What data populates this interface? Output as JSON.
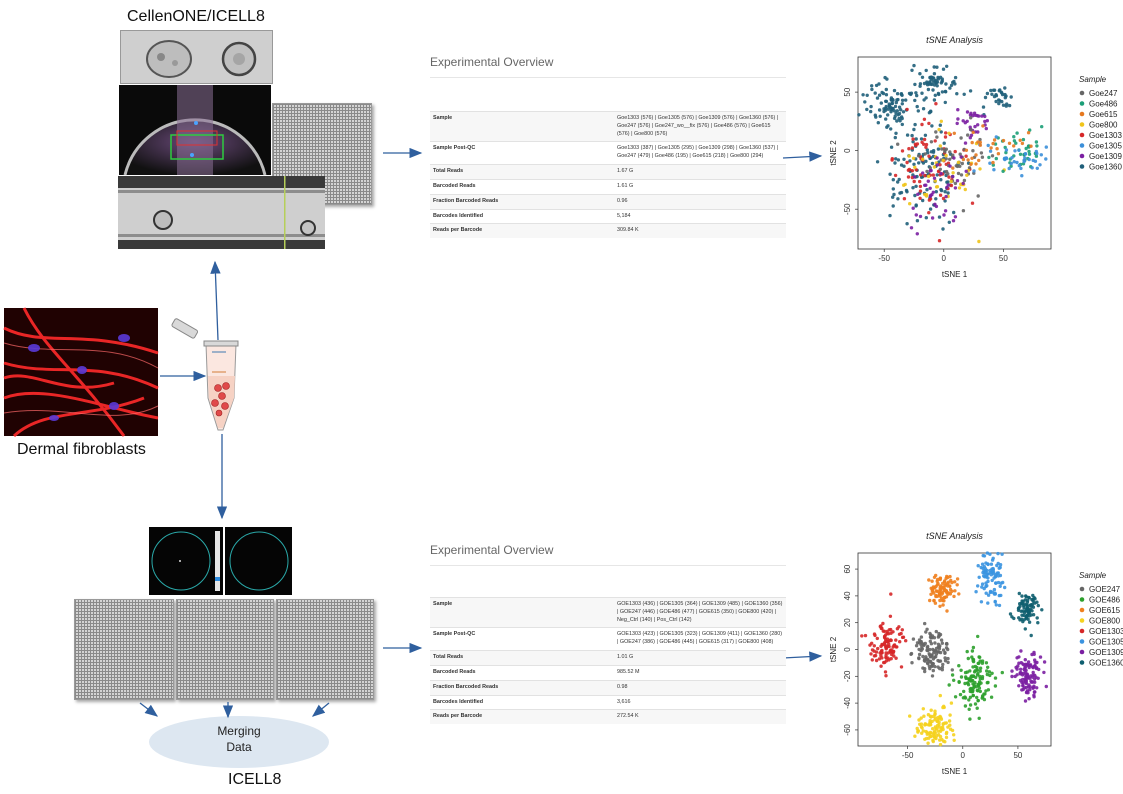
{
  "labels": {
    "top_title": "CellenONE/ICELL8",
    "fibroblasts": "Dermal fibroblasts",
    "bottom_title": "ICELL8",
    "merge_line1": "Merging",
    "merge_line2": "Data"
  },
  "overview_top": {
    "title": "Experimental Overview",
    "rows": [
      {
        "key": "Sample",
        "value": "Goe1303 (576) | Goe1305 (576) | Goe1309 (576) | Goe1360 (576) | Goe247 (576) | Goe247_wo__fix (576) | Goe486 (576) | Goe615 (576) | Goe800 (576)"
      },
      {
        "key": "Sample Post-QC",
        "value": "Goe1303 (387) | Goe1305 (295) | Goe1309 (298) | Goe1360 (537) | Goe247 (479) | Goe486 (195) | Goe615 (218) | Goe800 (294)"
      },
      {
        "key": "Total Reads",
        "value": "1.67 G"
      },
      {
        "key": "Barcoded Reads",
        "value": "1.61 G"
      },
      {
        "key": "Fraction Barcoded Reads",
        "value": "0.96"
      },
      {
        "key": "Barcodes Identified",
        "value": "5,184"
      },
      {
        "key": "Reads per Barcode",
        "value": "309.84 K"
      }
    ]
  },
  "overview_bottom": {
    "title": "Experimental Overview",
    "rows": [
      {
        "key": "Sample",
        "value": "GOE1303 (436) | GOE1305 (364) | GOE1309 (485) | GOE1360 (356) | GOE247 (446) | GOE486 (477) | GOE615 (350) | GOE800 (420) | Neg_Ctrl (140) | Pos_Ctrl (142)"
      },
      {
        "key": "Sample Post-QC",
        "value": "GOE1303 (423) | GOE1305 (323) | GOE1309 (411) | GOE1360 (280) | GOE247 (386) | GOE486 (445) | GOE615 (317) | GOE800 (408)"
      },
      {
        "key": "Total Reads",
        "value": "1.01 G"
      },
      {
        "key": "Barcoded Reads",
        "value": "985.52 M"
      },
      {
        "key": "Fraction Barcoded Reads",
        "value": "0.98"
      },
      {
        "key": "Barcodes Identified",
        "value": "3,616"
      },
      {
        "key": "Reads per Barcode",
        "value": "272.54 K"
      }
    ]
  },
  "chart_data": [
    {
      "type": "scatter",
      "title": "tSNE Analysis",
      "xlabel": "tSNE 1",
      "ylabel": "tSNE 2",
      "xlim": [
        -72,
        90
      ],
      "ylim": [
        -84,
        80
      ],
      "xticks": [
        -50,
        0,
        50
      ],
      "yticks": [
        -50,
        0,
        50
      ],
      "legend_title": "Sample",
      "legend_position": "right",
      "series": [
        {
          "name": "Goe247",
          "color": "#666666"
        },
        {
          "name": "Goe486",
          "color": "#1b9e77"
        },
        {
          "name": "Goe615",
          "color": "#e6781e"
        },
        {
          "name": "Goe800",
          "color": "#f0c419"
        },
        {
          "name": "Goe1303",
          "color": "#d62728"
        },
        {
          "name": "Goe1305",
          "color": "#3b8fd9"
        },
        {
          "name": "Goe1309",
          "color": "#7b1fa2"
        },
        {
          "name": "Goe1360",
          "color": "#1f5f7a"
        }
      ],
      "clusters": [
        {
          "series": "Goe1360",
          "cx": -45,
          "cy": 40,
          "sx": 12,
          "sy": 10,
          "n": 90
        },
        {
          "series": "Goe1360",
          "cx": -5,
          "cy": 58,
          "sx": 10,
          "sy": 8,
          "n": 70
        },
        {
          "series": "Goe1360",
          "cx": 45,
          "cy": 45,
          "sx": 6,
          "sy": 5,
          "n": 30
        },
        {
          "series": "Goe1309",
          "cx": 25,
          "cy": 25,
          "sx": 8,
          "sy": 6,
          "n": 30
        },
        {
          "series": "Goe1360",
          "cx": -20,
          "cy": -20,
          "sx": 15,
          "sy": 22,
          "n": 120
        },
        {
          "series": "Goe1303",
          "cx": -15,
          "cy": -10,
          "sx": 16,
          "sy": 20,
          "n": 70
        },
        {
          "series": "Goe247",
          "cx": 10,
          "cy": -5,
          "sx": 14,
          "sy": 15,
          "n": 50
        },
        {
          "series": "Goe800",
          "cx": 0,
          "cy": -20,
          "sx": 20,
          "sy": 18,
          "n": 40
        },
        {
          "series": "Goe486",
          "cx": 60,
          "cy": 0,
          "sx": 12,
          "sy": 8,
          "n": 40
        },
        {
          "series": "Goe1305",
          "cx": 60,
          "cy": -5,
          "sx": 14,
          "sy": 8,
          "n": 40
        },
        {
          "series": "Goe615",
          "cx": 40,
          "cy": 5,
          "sx": 16,
          "sy": 10,
          "n": 30
        },
        {
          "series": "Goe1309",
          "cx": -5,
          "cy": -30,
          "sx": 15,
          "sy": 18,
          "n": 40
        }
      ]
    },
    {
      "type": "scatter",
      "title": "tSNE Analysis",
      "xlabel": "tSNE 1",
      "ylabel": "tSNE 2",
      "xlim": [
        -95,
        80
      ],
      "ylim": [
        -72,
        72
      ],
      "xticks": [
        -50,
        0,
        50
      ],
      "yticks": [
        -60,
        -40,
        -20,
        0,
        20,
        40,
        60
      ],
      "legend_title": "Sample",
      "legend_position": "right",
      "series": [
        {
          "name": "GOE247",
          "color": "#666666"
        },
        {
          "name": "GOE486",
          "color": "#2ca02c"
        },
        {
          "name": "GOE615",
          "color": "#f07f1e"
        },
        {
          "name": "GOE800",
          "color": "#f5d21e"
        },
        {
          "name": "GOE1303",
          "color": "#d62728"
        },
        {
          "name": "GOE1305",
          "color": "#3a93e0"
        },
        {
          "name": "GOE1309",
          "color": "#7b1fa2"
        },
        {
          "name": "GOE1360",
          "color": "#0e5e6f"
        }
      ],
      "clusters": [
        {
          "series": "GOE247",
          "cx": -27,
          "cy": -2,
          "sx": 8,
          "sy": 8,
          "n": 120
        },
        {
          "series": "GOE486",
          "cx": 10,
          "cy": -22,
          "sx": 8,
          "sy": 11,
          "n": 130
        },
        {
          "series": "GOE615",
          "cx": -20,
          "cy": 45,
          "sx": 7,
          "sy": 6,
          "n": 90
        },
        {
          "series": "GOE800",
          "cx": -25,
          "cy": -58,
          "sx": 8,
          "sy": 7,
          "n": 110
        },
        {
          "series": "GOE1303",
          "cx": -70,
          "cy": 5,
          "sx": 7,
          "sy": 9,
          "n": 110
        },
        {
          "series": "GOE1305",
          "cx": 25,
          "cy": 55,
          "sx": 6,
          "sy": 9,
          "n": 90
        },
        {
          "series": "GOE1309",
          "cx": 57,
          "cy": -20,
          "sx": 7,
          "sy": 9,
          "n": 110
        },
        {
          "series": "GOE1360",
          "cx": 58,
          "cy": 30,
          "sx": 6,
          "sy": 7,
          "n": 80
        }
      ]
    }
  ]
}
